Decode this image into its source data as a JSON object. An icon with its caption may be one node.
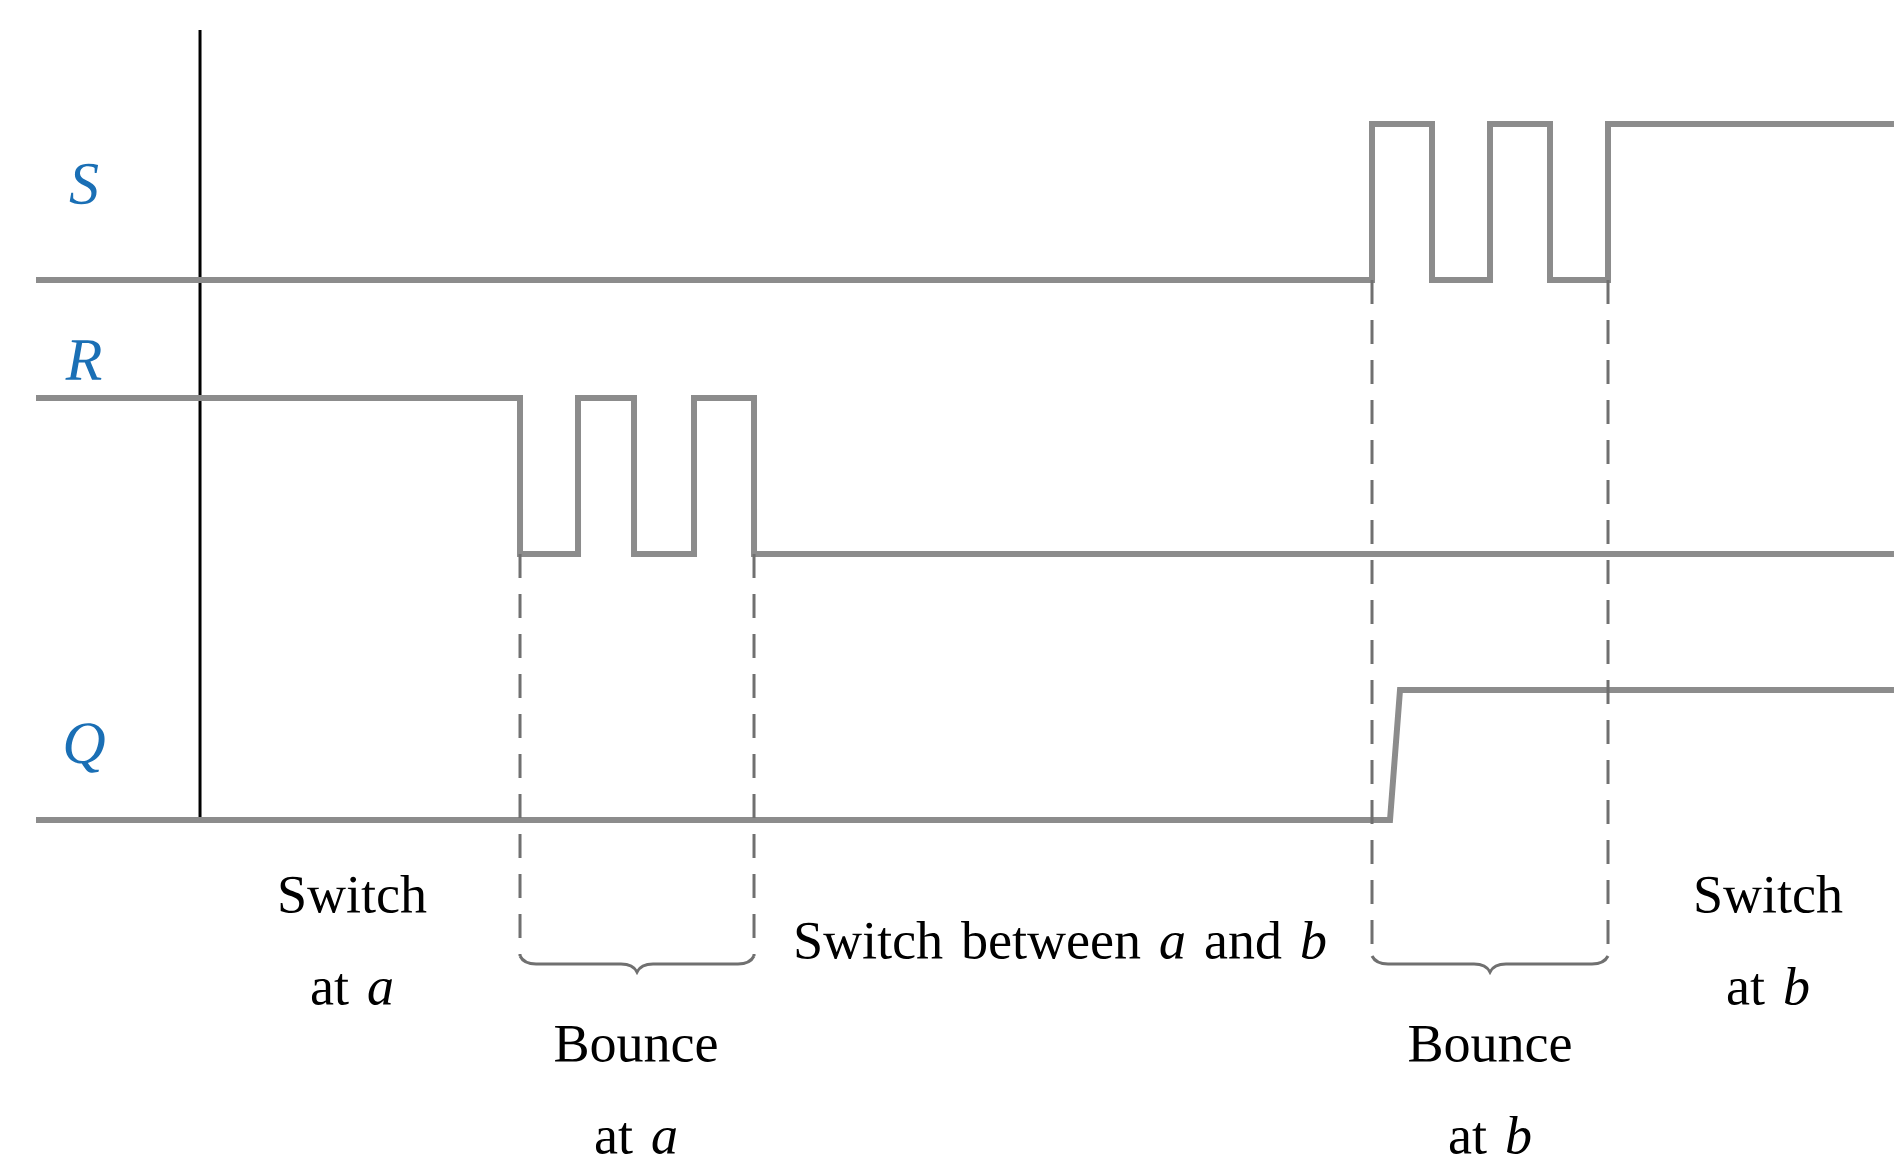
{
  "diagram": {
    "labels": [
      "S",
      "R",
      "Q",
      "Switch at *a*",
      "Bounce at *a*",
      "Switch between *a* and *b*",
      "Bounce at *b*",
      "Switch at *b*"
    ]
  }
}
